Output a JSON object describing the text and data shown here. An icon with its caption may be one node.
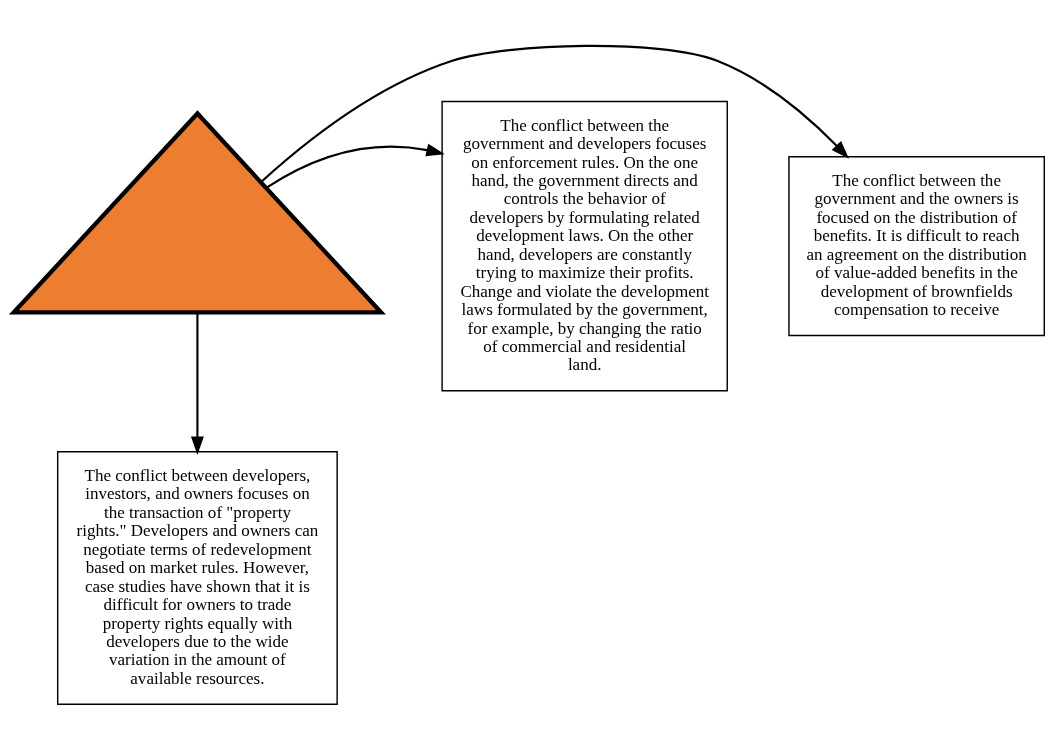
{
  "diagram": {
    "nodes": [
      {
        "text": [],
        "shape": "triangle"
      },
      {
        "text": [
          "The conflict between the government and the owners is focused on the distribution of benefits. It is difficult to reach an agreement on the distribution of value-added benefits in the development of brownfields compensation to receive"
        ]
      },
      {
        "text": [
          "The conflict between the government and developers focuses on enforcement rules. On the one hand, the government directs and controls the behavior of developers by formulating related development laws. On the other hand, developers are constantly trying to maximize their profits. Change and violate the development laws formulated by the government, for example, by changing the ratio of commercial and residential land."
        ]
      },
      {
        "text": [
          "The conflict between developers, investors, and owners focuses on the transaction of \"property rights.\" Developers and owners can negotiate terms of redevelopment based on market rules. However, case studies have shown that it is difficult for owners to trade property rights equally with developers due to the wide variation in the amount of available resources."
        ]
      }
    ],
    "edges": [
      {
        "from": 0,
        "to": 1,
        "arrow": "to"
      },
      {
        "from": 0,
        "to": 2,
        "arrow": "to"
      },
      {
        "from": 0,
        "to": 3,
        "arrow": "to"
      }
    ]
  }
}
